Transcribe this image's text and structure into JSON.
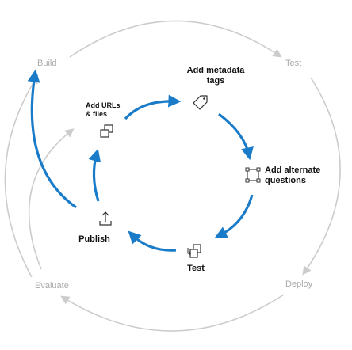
{
  "outer_cycle": {
    "build": "Build",
    "test": "Test",
    "deploy": "Deploy",
    "evaluate": "Evaluate"
  },
  "inner_cycle": {
    "add_urls_line1": "Add URLs",
    "add_urls_line2": "& files",
    "add_metadata_line1": "Add metadata",
    "add_metadata_line2": "tags",
    "add_alternate_line1": "Add alternate",
    "add_alternate_line2": "questions",
    "test": "Test",
    "publish": "Publish"
  },
  "colors": {
    "inner_arrow": "#1a7cc9",
    "outer_arrow": "#cccccc",
    "outer_text": "#a9a9a9",
    "inner_text": "#111111"
  },
  "icons": {
    "add_urls": "copy-documents-icon",
    "add_metadata": "tag-icon",
    "add_alternate": "selection-box-icon",
    "test": "test-swap-icon",
    "publish": "upload-icon"
  }
}
